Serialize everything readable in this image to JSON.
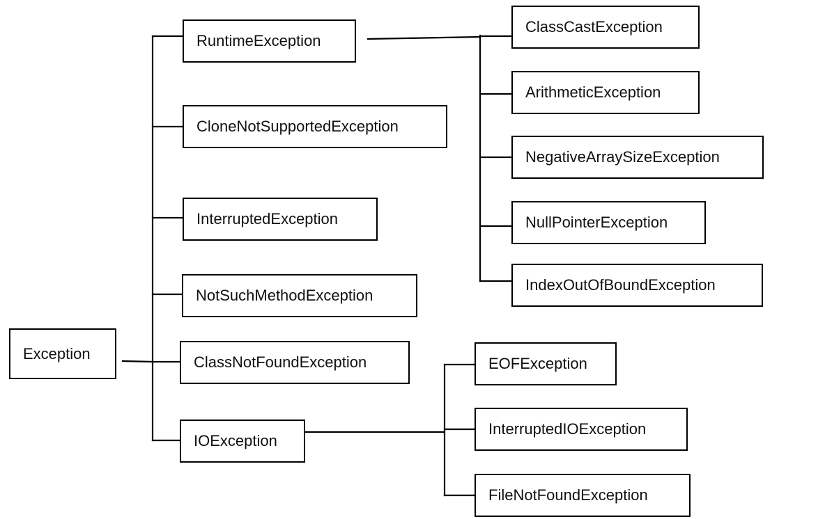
{
  "diagram": {
    "root": {
      "label": "Exception"
    },
    "children": [
      {
        "label": "RuntimeException",
        "children": [
          {
            "label": "ClassCastException"
          },
          {
            "label": "ArithmeticException"
          },
          {
            "label": "NegativeArraySizeException"
          },
          {
            "label": "NullPointerException"
          },
          {
            "label": "IndexOutOfBoundException"
          }
        ]
      },
      {
        "label": "CloneNotSupportedException"
      },
      {
        "label": "InterruptedException"
      },
      {
        "label": "NotSuchMethodException"
      },
      {
        "label": "ClassNotFoundException"
      },
      {
        "label": "IOException",
        "children": [
          {
            "label": "EOFException"
          },
          {
            "label": "InterruptedIOException"
          },
          {
            "label": "FileNotFoundException"
          }
        ]
      }
    ]
  },
  "colors": {
    "line": "#000000",
    "box_border": "#000000",
    "background": "#ffffff"
  }
}
